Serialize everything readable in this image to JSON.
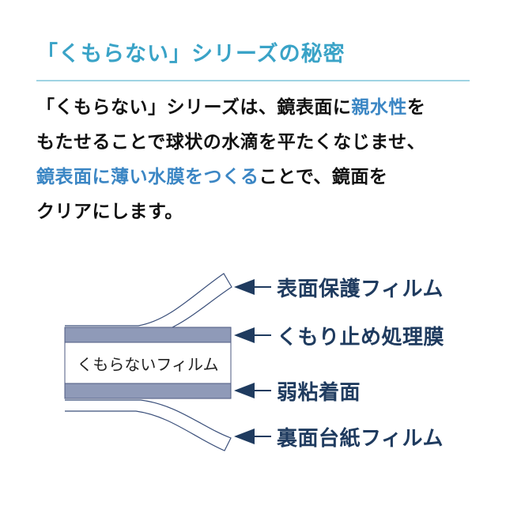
{
  "title": "「くもらない」シリーズの秘密",
  "body": {
    "line1_a": "「くもらない」シリーズは、鏡表面に",
    "line1_hl": "親水性",
    "line1_b": "を",
    "line2": "もたせることで球状の水滴を平たくなじませ、",
    "line3_hl": "鏡表面に薄い水膜をつくる",
    "line3_b": "ことで、鏡面を",
    "line4": "クリアにします。"
  },
  "diagram": {
    "film_label": "くもらないフィルム",
    "layers": [
      {
        "label": "表面保護フィルム"
      },
      {
        "label": "くもり止め処理膜"
      },
      {
        "label": "弱粘着面"
      },
      {
        "label": "裏面台紙フィルム"
      }
    ]
  },
  "colors": {
    "title": "#3aa3c7",
    "highlight": "#3b86c4",
    "layer_band": "#8f9ab8",
    "arrow": "#1f3b5f"
  }
}
